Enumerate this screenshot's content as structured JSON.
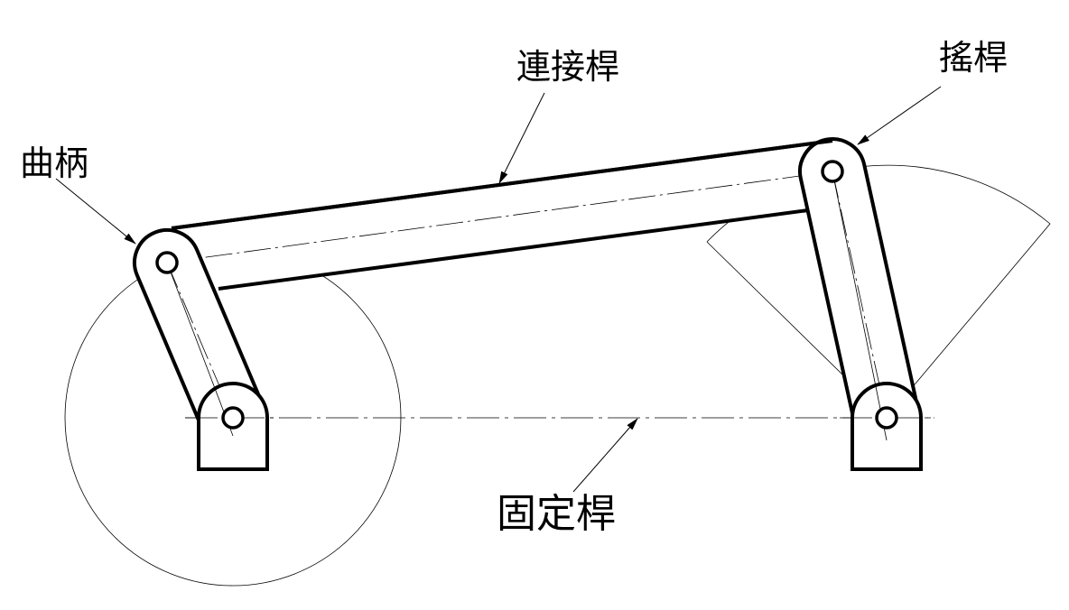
{
  "labels": {
    "coupler": "連接桿",
    "rocker": "搖桿",
    "crank": "曲柄",
    "frame": "固定桿"
  },
  "colors": {
    "line": "#000000",
    "background": "#ffffff"
  }
}
